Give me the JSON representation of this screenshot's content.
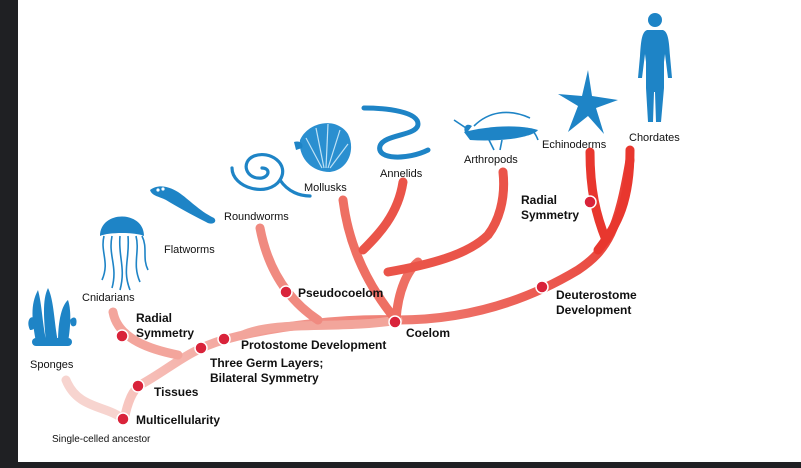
{
  "taxa": {
    "sponges": "Sponges",
    "cnidarians": "Cnidarians",
    "flatworms": "Flatworms",
    "roundworms": "Roundworms",
    "mollusks": "Mollusks",
    "annelids": "Annelids",
    "arthropods": "Arthropods",
    "echinoderms": "Echinoderms",
    "chordates": "Chordates"
  },
  "nodes": {
    "multicellularity": "Multicellularity",
    "tissues": "Tissues",
    "radial_symmetry_1_line1": "Radial",
    "radial_symmetry_1_line2": "Symmetry",
    "germ_layers_line1": "Three Germ Layers;",
    "germ_layers_line2": "Bilateral Symmetry",
    "protostome": "Protostome Development",
    "pseudocoelom": "Pseudocoelom",
    "coelom": "Coelom",
    "deuterostome_line1": "Deuterostome",
    "deuterostome_line2": "Development",
    "radial_symmetry_2_line1": "Radial",
    "radial_symmetry_2_line2": "Symmetry"
  },
  "root_label": "Single-celled ancestor",
  "colors": {
    "branch": "#e8372e",
    "branch_light": "#f7c9c3",
    "node_dot": "#d9233a",
    "icon_blue": "#1e84c6"
  },
  "icons": [
    "sponge-icon",
    "jellyfish-icon",
    "flatworm-icon",
    "roundworm-icon",
    "clam-icon",
    "earthworm-icon",
    "grasshopper-icon",
    "starfish-icon",
    "human-icon"
  ]
}
